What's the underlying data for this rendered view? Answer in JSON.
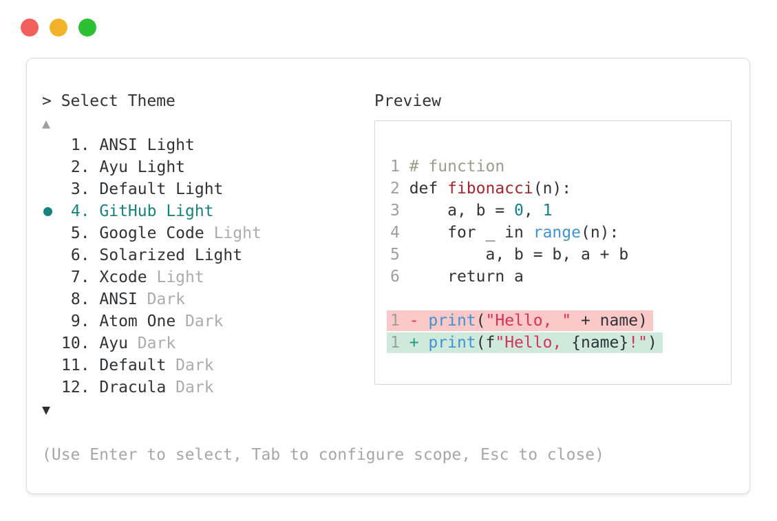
{
  "colors": {
    "accent_teal": "#16827D",
    "traffic_red": "#F2605C",
    "traffic_yellow": "#F2B32B",
    "traffic_green": "#2BC133",
    "text_dark": "#2E3338",
    "muted_gray": "#ABABAB",
    "help_gray": "#A6A6A6",
    "line_number_gray": "#9E9E9E",
    "comment_olive": "#9C9C8A",
    "function_red": "#A8232B",
    "number_teal": "#0F808C",
    "builtin_blue": "#3E93D4",
    "string_crimson": "#D6335C",
    "diff_plus_teal": "#1A9B80",
    "removed_line_bg": "#F9C8C7",
    "added_line_bg": "#CFE9DA",
    "panel_border": "#D9D9D9",
    "preview_border": "#D5D5D5"
  },
  "dialog": {
    "prompt": "> Select Theme",
    "help_text": "(Use Enter to select, Tab to configure scope, Esc to close)",
    "list": {
      "up_arrow": "▲",
      "down_arrow": "▼",
      "items": [
        {
          "number": 1,
          "label": "ANSI Light",
          "muted": "",
          "selected": false
        },
        {
          "number": 2,
          "label": "Ayu Light",
          "muted": "",
          "selected": false
        },
        {
          "number": 3,
          "label": "Default Light",
          "muted": "",
          "selected": false
        },
        {
          "number": 4,
          "label": "GitHub Light",
          "muted": "",
          "selected": true
        },
        {
          "number": 5,
          "label": "Google Code",
          "muted": "Light",
          "selected": false
        },
        {
          "number": 6,
          "label": "Solarized Light",
          "muted": "",
          "selected": false
        },
        {
          "number": 7,
          "label": "Xcode",
          "muted": "Light",
          "selected": false
        },
        {
          "number": 8,
          "label": "ANSI",
          "muted": "Dark",
          "selected": false
        },
        {
          "number": 9,
          "label": "Atom One",
          "muted": "Dark",
          "selected": false
        },
        {
          "number": 10,
          "label": "Ayu",
          "muted": "Dark",
          "selected": false
        },
        {
          "number": 11,
          "label": "Default",
          "muted": "Dark",
          "selected": false
        },
        {
          "number": 12,
          "label": "Dracula",
          "muted": "Dark",
          "selected": false
        }
      ]
    },
    "preview": {
      "label": "Preview",
      "code_lines": [
        {
          "num": "1",
          "diff": "",
          "segments": [
            {
              "text": "# function",
              "token": "comment"
            }
          ]
        },
        {
          "num": "2",
          "diff": "",
          "segments": [
            {
              "text": "def ",
              "token": "text"
            },
            {
              "text": "fibonacci",
              "token": "function"
            },
            {
              "text": "(n):",
              "token": "text"
            }
          ]
        },
        {
          "num": "3",
          "diff": "",
          "segments": [
            {
              "text": "    a, b = ",
              "token": "text"
            },
            {
              "text": "0",
              "token": "number"
            },
            {
              "text": ", ",
              "token": "text"
            },
            {
              "text": "1",
              "token": "number"
            }
          ]
        },
        {
          "num": "4",
          "diff": "",
          "segments": [
            {
              "text": "    for _ in ",
              "token": "text"
            },
            {
              "text": "range",
              "token": "builtin"
            },
            {
              "text": "(n):",
              "token": "text"
            }
          ]
        },
        {
          "num": "5",
          "diff": "",
          "segments": [
            {
              "text": "        a, b = b, a + b",
              "token": "text"
            }
          ]
        },
        {
          "num": "6",
          "diff": "",
          "segments": [
            {
              "text": "    return a",
              "token": "text"
            }
          ]
        },
        {
          "num": "",
          "diff": "",
          "segments": []
        },
        {
          "num": "1",
          "diff": "removed",
          "segments": [
            {
              "text": "- ",
              "token": "diff-minus"
            },
            {
              "text": "print",
              "token": "builtin"
            },
            {
              "text": "(",
              "token": "text"
            },
            {
              "text": "\"Hello, \"",
              "token": "string"
            },
            {
              "text": " + name",
              "token": "text"
            },
            {
              "text": ")",
              "token": "text"
            }
          ]
        },
        {
          "num": "1",
          "diff": "added",
          "segments": [
            {
              "text": "+ ",
              "token": "diff-plus"
            },
            {
              "text": "print",
              "token": "builtin"
            },
            {
              "text": "(f",
              "token": "text"
            },
            {
              "text": "\"Hello, ",
              "token": "string"
            },
            {
              "text": "{name}",
              "token": "text"
            },
            {
              "text": "!\"",
              "token": "string"
            },
            {
              "text": ")",
              "token": "text"
            }
          ]
        }
      ]
    }
  }
}
